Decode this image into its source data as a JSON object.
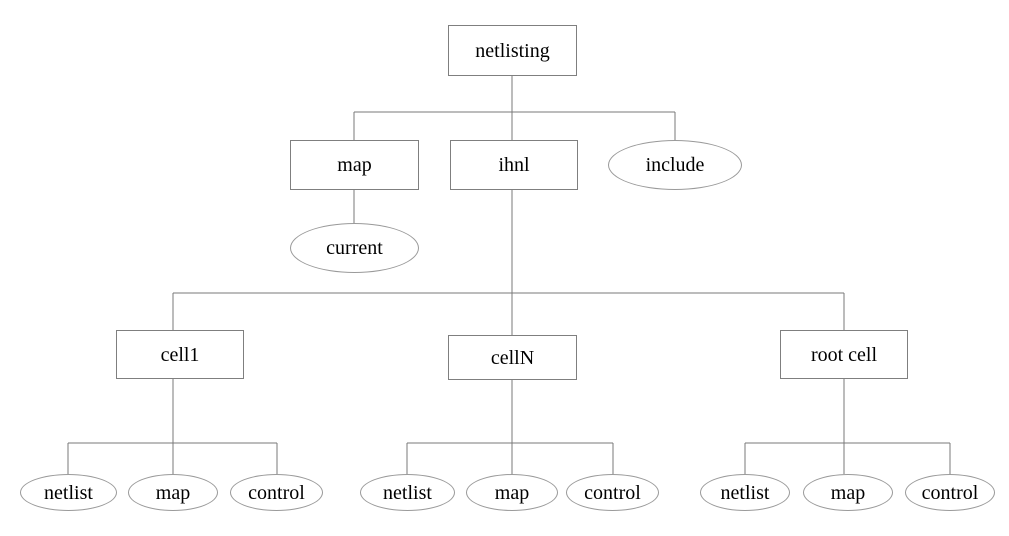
{
  "diagram": {
    "description": "netlisting hierarchy tree",
    "colors": {
      "background": "#ffffff",
      "connector_line": "#787878",
      "rect_border": "#7f7f7f",
      "ellipse_border": "#9a9a9a",
      "text": "#000000"
    },
    "tree": {
      "root": {
        "label": "netlisting",
        "shape": "rect"
      },
      "level2": [
        {
          "label": "map",
          "shape": "rect"
        },
        {
          "label": "ihnl",
          "shape": "rect"
        },
        {
          "label": "include",
          "shape": "ellipse"
        }
      ],
      "map_child": {
        "label": "current",
        "shape": "ellipse"
      },
      "cells": [
        {
          "label": "cell1",
          "shape": "rect",
          "children": [
            {
              "label": "netlist",
              "shape": "ellipse"
            },
            {
              "label": "map",
              "shape": "ellipse"
            },
            {
              "label": "control",
              "shape": "ellipse"
            }
          ]
        },
        {
          "label": "cellN",
          "shape": "rect",
          "children": [
            {
              "label": "netlist",
              "shape": "ellipse"
            },
            {
              "label": "map",
              "shape": "ellipse"
            },
            {
              "label": "control",
              "shape": "ellipse"
            }
          ]
        },
        {
          "label": "root cell",
          "shape": "rect",
          "children": [
            {
              "label": "netlist",
              "shape": "ellipse"
            },
            {
              "label": "map",
              "shape": "ellipse"
            },
            {
              "label": "control",
              "shape": "ellipse"
            }
          ]
        }
      ]
    }
  }
}
